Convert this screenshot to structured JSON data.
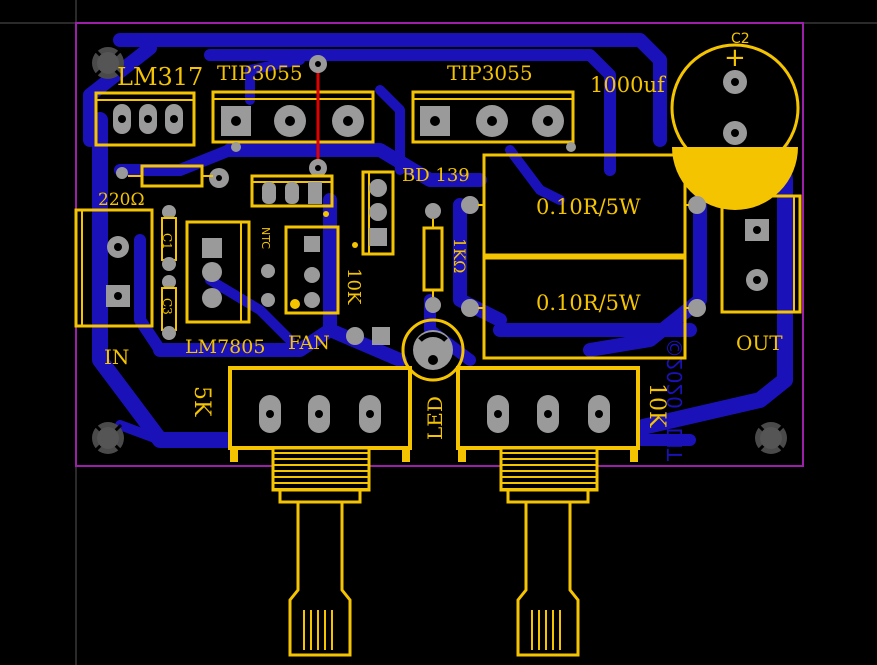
{
  "colors": {
    "background": "#000000",
    "board_fill": "#000000",
    "board_outline": "#9b1fa8",
    "copper": "#1a12b8",
    "silkscreen": "#f5c400",
    "pad": "#9a9a9a",
    "jumper": "#e00000",
    "guide_line": "#555555"
  },
  "labels": {
    "lm317": "LM317",
    "tip3055_left": "TIP3055",
    "tip3055_right": "TIP3055",
    "c2": "C2",
    "cap_value": "1000uf",
    "r220": "220Ω",
    "bd139": "BD 139",
    "r1k": "1KΩ",
    "c1": "C1",
    "c3": "C3",
    "ntc": "NTC",
    "r10k_small": "10K",
    "in": "IN",
    "lm7805": "LM7805",
    "fan": "FAN",
    "res_top": "0.10R/5W",
    "res_bottom": "0.10R/5W",
    "out": "OUT",
    "pot_left_value": "5K",
    "pot_right_value": "10K",
    "led": "LED",
    "copper_mark": "©2020 YDIT"
  }
}
